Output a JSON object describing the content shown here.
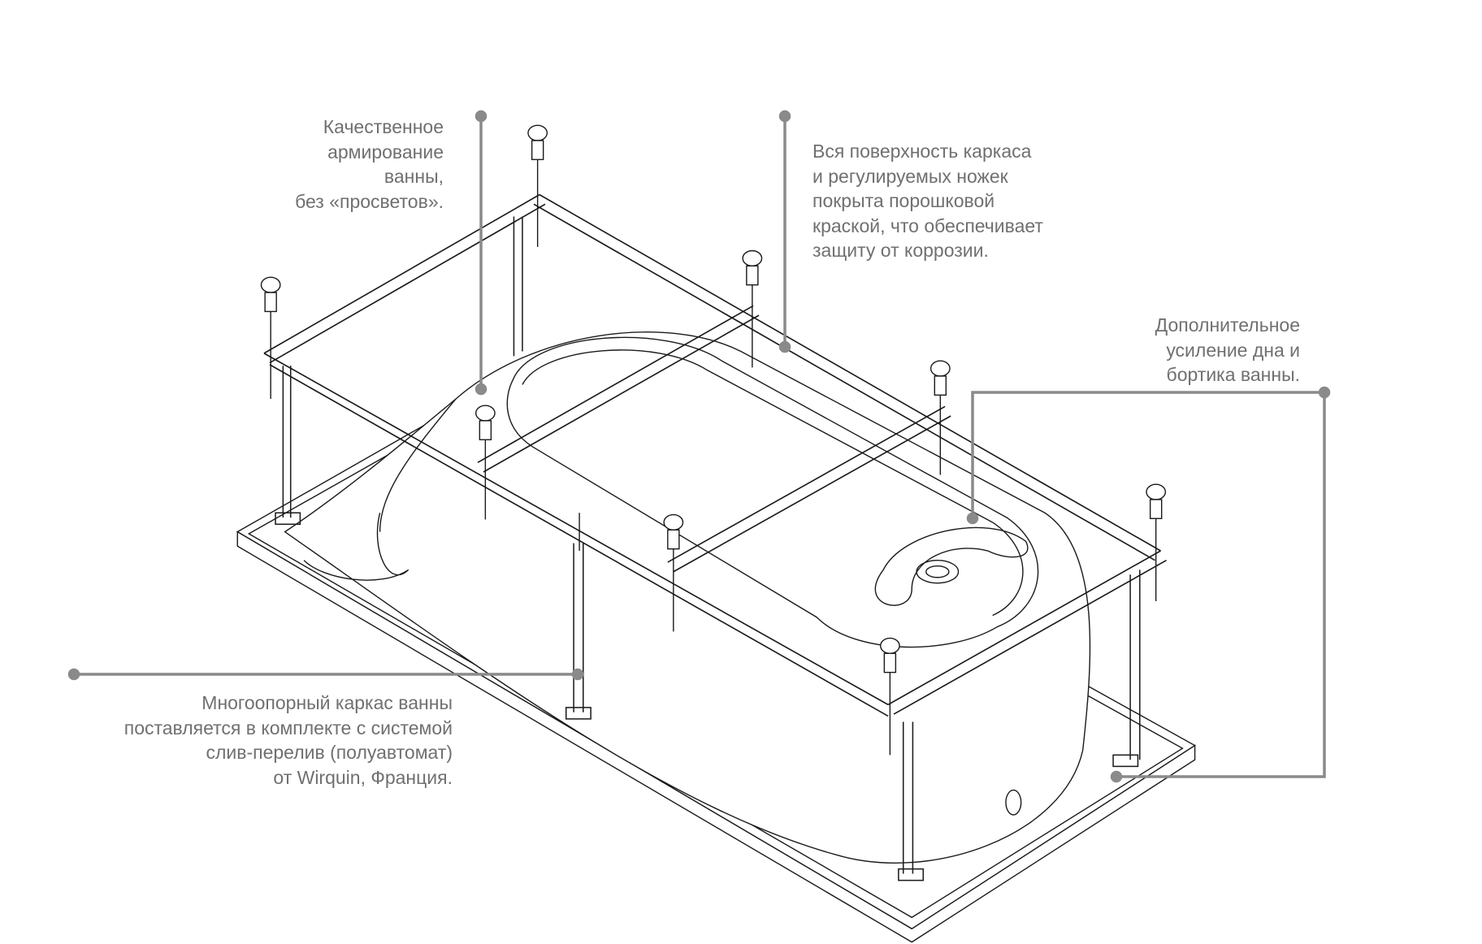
{
  "callouts": {
    "reinforcement": [
      "Качественное",
      "армирование",
      "ванны,",
      "без «просветов»."
    ],
    "coating": [
      "Вся поверхность каркаса",
      "и регулируемых ножек",
      "покрыта порошковой",
      "краской, что обеспечивает",
      "защиту от коррозии."
    ],
    "bottom": [
      "Дополнительное",
      "усиление дна и",
      "бортика ванны."
    ],
    "frame": [
      "Многоопорный каркас ванны",
      "поставляется в комплекте с системой",
      "слив-перелив (полуавтомат)",
      "от Wirquin, Франция."
    ]
  },
  "colors": {
    "leader": "#8a8a8a",
    "text": "#707070",
    "drawing": "#1a1a1a"
  }
}
